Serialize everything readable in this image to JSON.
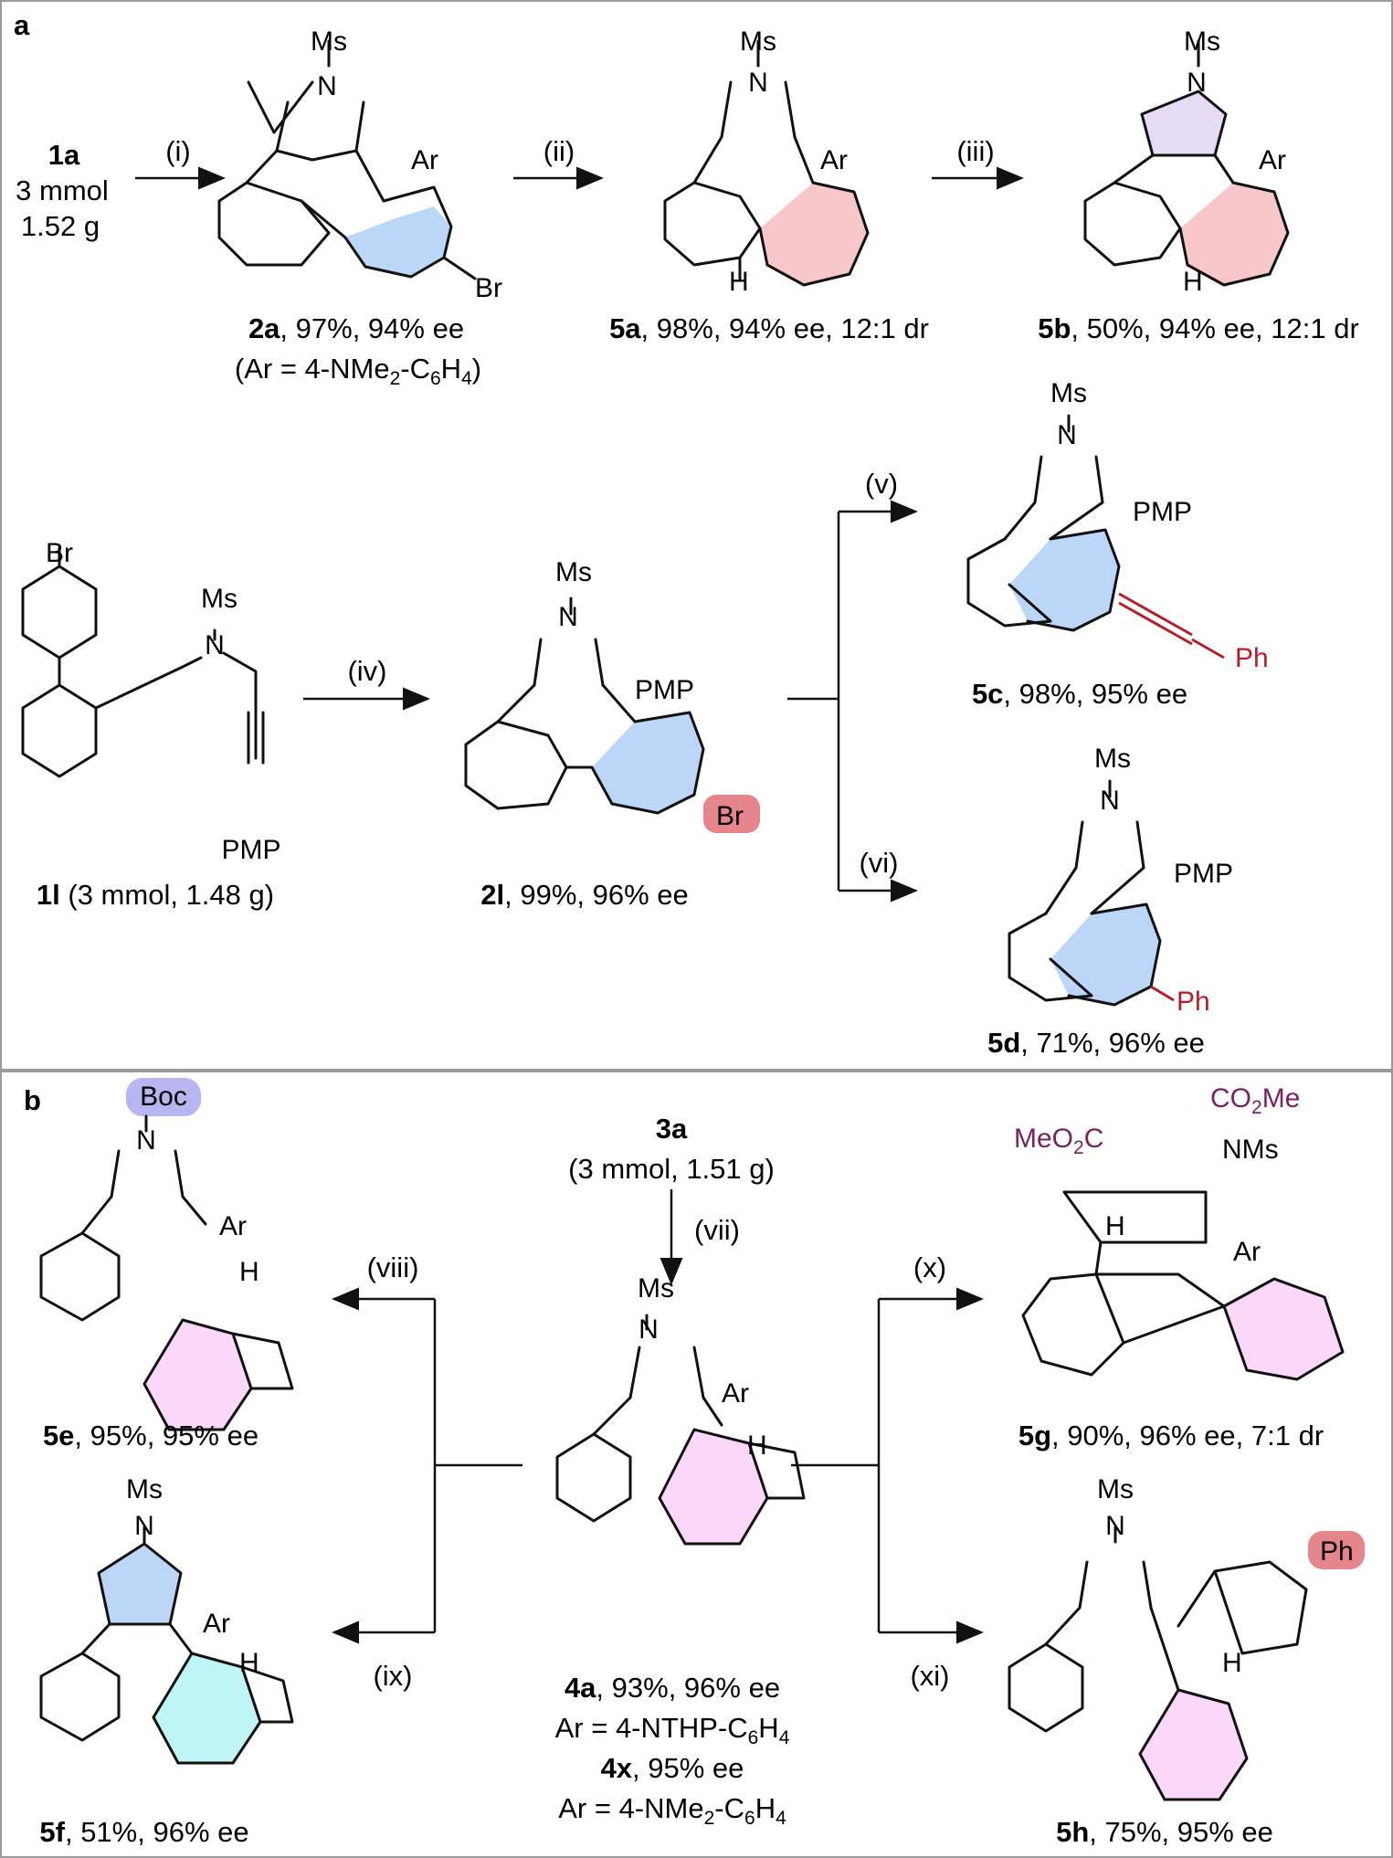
{
  "panels": {
    "a": "a",
    "b": "b"
  },
  "panel_a": {
    "start_1a": {
      "compound": "1a",
      "amount": "3 mmol",
      "mass": "1.52 g"
    },
    "steps": {
      "i": "(i)",
      "ii": "(ii)",
      "iii": "(iii)",
      "iv": "(iv)",
      "v": "(v)",
      "vi": "(vi)"
    },
    "c2a": {
      "id": "2a",
      "result": ", 97%, 94% ee",
      "note_pre": "(Ar = 4-NMe",
      "note_sub1": "2",
      "note_mid": "-C",
      "note_sub2": "6",
      "note_mid2": "H",
      "note_sub3": "4",
      "note_post": ")"
    },
    "c5a": {
      "id": "5a",
      "result": ", 98%, 94% ee, 12:1 dr"
    },
    "c5b": {
      "id": "5b",
      "result": ", 50%, 94% ee, 12:1 dr"
    },
    "c1l": {
      "id": "1l",
      "result": " (3 mmol, 1.48 g)"
    },
    "c2l": {
      "id": "2l",
      "result": ", 99%, 96% ee"
    },
    "c5c": {
      "id": "5c",
      "result": ", 98%, 95% ee"
    },
    "c5d": {
      "id": "5d",
      "result": ", 71%, 96% ee"
    },
    "atoms": {
      "ms": "Ms",
      "n": "N",
      "ar": "Ar",
      "br": "Br",
      "h": "H",
      "pmp": "PMP",
      "ph": "Ph"
    }
  },
  "panel_b": {
    "c3a": {
      "id": "3a",
      "amount": "(3 mmol, 1.51 g)"
    },
    "steps": {
      "vii": "(vii)",
      "viii": "(viii)",
      "ix": "(ix)",
      "x": "(x)",
      "xi": "(xi)"
    },
    "c4a": {
      "id": "4a",
      "result": ", 93%, 96% ee",
      "ar_pre": "Ar = 4-NTHP-C",
      "ar_sub1": "6",
      "ar_mid": "H",
      "ar_sub2": "4"
    },
    "c4x": {
      "id": "4x",
      "result": ", 95% ee",
      "ar_pre": "Ar = 4-NMe",
      "ar_sub1": "2",
      "ar_mid": "-C",
      "ar_sub2": "6",
      "ar_mid2": "H",
      "ar_sub3": "4"
    },
    "c5e": {
      "id": "5e",
      "result": ", 95%, 95% ee"
    },
    "c5f": {
      "id": "5f",
      "result": ", 51%, 96% ee"
    },
    "c5g": {
      "id": "5g",
      "result": ", 90%, 96% ee, 7:1 dr"
    },
    "c5h": {
      "id": "5h",
      "result": ", 75%, 95% ee"
    },
    "atoms": {
      "boc": "Boc",
      "co2me_pre": "CO",
      "co2me_sub": "2",
      "co2me_post": "Me",
      "meo2c_pre": "MeO",
      "meo2c_sub": "2",
      "meo2c_post": "C",
      "nms": "NMs"
    }
  },
  "colors": {
    "blue": "#bcd6f7",
    "pink": "#f7c7c9",
    "lavender": "#e6dbf6",
    "magenta": "#fbd8f9",
    "cyan": "#bff5f5",
    "boc": "#b8b6f0",
    "redlabel": "#e4868c",
    "accent_red": "#b3202a",
    "accent_purple": "#7a2260"
  }
}
